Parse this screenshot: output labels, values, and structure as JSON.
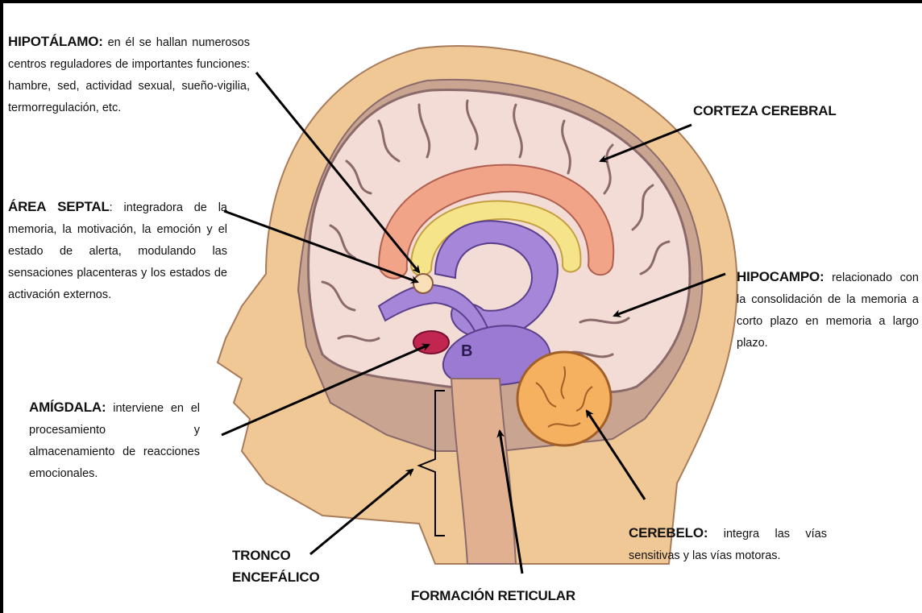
{
  "labels": {
    "hipotalamo": {
      "title": "HIPOTÁLAMO:",
      "text": "en él se hallan numerosos centros reguladores de importantes funciones: hambre, sed, actividad sexual, sueño-vigilia, termorregulación, etc."
    },
    "area_septal": {
      "title": "ÁREA SEPTAL",
      "text": ": integradora de la memoria, la motivación, la emoción y el estado de alerta, modulando las sensaciones placenteras y los estados de activación externos."
    },
    "amigdala": {
      "title": "AMÍGDALA:",
      "text": "interviene en el procesamiento y almacenamiento de reacciones emocionales."
    },
    "corteza": {
      "title": "CORTEZA CEREBRAL"
    },
    "hipocampo": {
      "title": "HIPOCAMPO:",
      "text": "relacionado con la consolidación de la memoria a corto plazo en memoria a largo plazo."
    },
    "cerebelo": {
      "title": "CEREBELO:",
      "text": "integra las vías sensitivas y las vías motoras."
    },
    "tronco": {
      "line1": "TRONCO",
      "line2": "ENCEFÁLICO"
    },
    "formacion": {
      "title": "FORMACIÓN RETICULAR"
    },
    "region_b": "B"
  },
  "colors": {
    "skin": "#f0c896",
    "skin_outline": "#a87c5a",
    "cortex": "#f3dcd6",
    "cortex_outline": "#8a6a6a",
    "cingulate": "#f2a488",
    "yellow": "#f6e48a",
    "limbic_purple": "#a586d8",
    "hippocampus": "#9b7ad3",
    "amygdala": "#c0264f",
    "cerebellum": "#f5b060",
    "arrow": "#000000"
  }
}
